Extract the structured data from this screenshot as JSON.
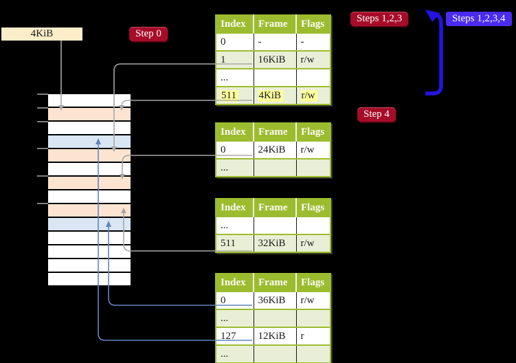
{
  "page_size_label": "4KiB",
  "badges": {
    "step0": "Step 0",
    "steps123": "Steps 1,2,3",
    "steps1234": "Steps 1,2,3,4",
    "step4": "Step 4"
  },
  "tables": [
    {
      "name": "page-table-level-4",
      "headers": [
        "Index",
        "Frame",
        "Flags"
      ],
      "rows": [
        [
          "0",
          "-",
          "-"
        ],
        [
          "1",
          "16KiB",
          "r/w"
        ],
        [
          "...",
          "",
          ""
        ],
        [
          "511",
          "4KiB",
          "r/w"
        ]
      ],
      "highlight_row": 3
    },
    {
      "name": "page-table-level-3",
      "headers": [
        "Index",
        "Frame",
        "Flags"
      ],
      "rows": [
        [
          "0",
          "24KiB",
          "r/w"
        ],
        [
          "...",
          "",
          ""
        ]
      ],
      "highlight_row": null
    },
    {
      "name": "page-table-level-2",
      "headers": [
        "Index",
        "Frame",
        "Flags"
      ],
      "rows": [
        [
          "...",
          "",
          ""
        ],
        [
          "511",
          "32KiB",
          "r/w"
        ]
      ],
      "highlight_row": null
    },
    {
      "name": "page-table-level-1",
      "headers": [
        "Index",
        "Frame",
        "Flags"
      ],
      "rows": [
        [
          "0",
          "36KiB",
          "r/w"
        ],
        [
          "...",
          "",
          ""
        ],
        [
          "127",
          "12KiB",
          "r"
        ],
        [
          "...",
          "",
          ""
        ]
      ],
      "highlight_row": null
    }
  ],
  "memory": {
    "rows": [
      "white",
      "peach",
      "white",
      "blue",
      "peach",
      "white",
      "peach",
      "white",
      "peach",
      "blue",
      "white",
      "white",
      "white",
      "white"
    ]
  },
  "colors": {
    "background": "#000000",
    "table_header_green": "#9cbc2f",
    "table_row_green": "#e9efd6",
    "highlight_yellow": "#ffff9c",
    "badge_red": "#a60c28",
    "badge_violet": "#4b2bef",
    "loop_arrow_blue": "#2513e3",
    "connector_gray": "#a8a8a8",
    "connector_blue": "#5f86c0",
    "frame_peach": "#fce4d0",
    "frame_blue": "#dae6f4",
    "label_wheat": "#fcedc9"
  }
}
